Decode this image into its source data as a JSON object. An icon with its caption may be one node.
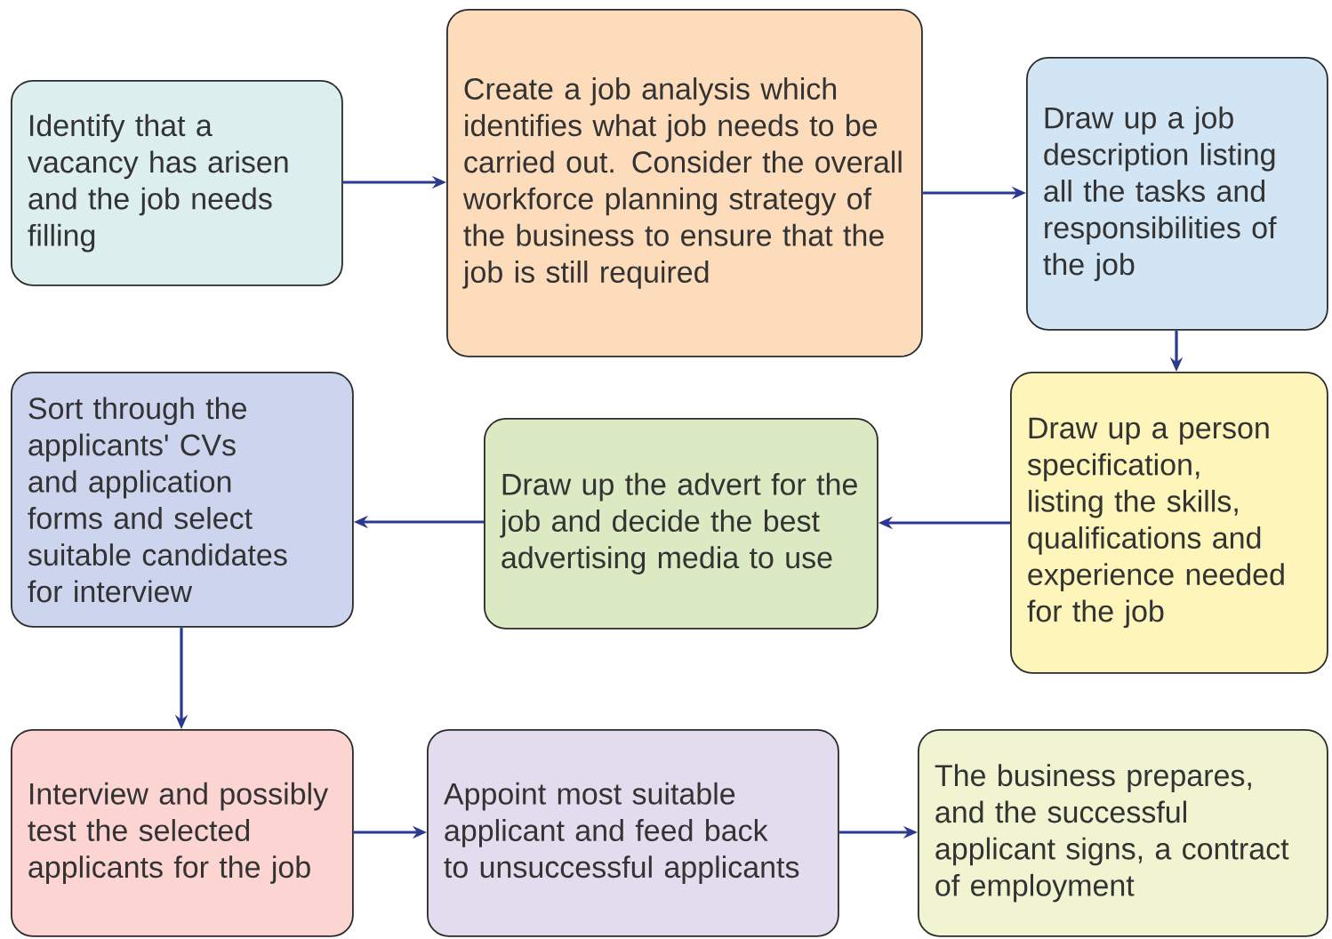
{
  "diagram": {
    "nodes": [
      {
        "text": [
          "Identify that a vacancy has arisen and the job needs filling"
        ]
      },
      {
        "text": [
          "Create a job analysis which identifies what job needs to be carried out. Consider the overall workforce planning strategy of the business to ensure that the job is still required"
        ]
      },
      {
        "text": [
          "Draw up a job description listing all the tasks and responsibilities of the job"
        ]
      },
      {
        "text": [
          "Draw up a person specification, listing the skills, qualifications and experience needed for the job"
        ]
      },
      {
        "text": [
          "Draw up the advert for the job and decide the best advertising media to use"
        ]
      },
      {
        "text": [
          "Sort through the applicants' CVs and application forms and select suitable candidates for interview"
        ]
      },
      {
        "text": [
          "Interview and possibly test the selected applicants for the job"
        ]
      },
      {
        "text": [
          "Appoint most suitable applicant and feed back to unsuccessful applicants"
        ]
      },
      {
        "text": [
          "The business prepares, and the successful applicant signs, a contract of employment"
        ]
      }
    ],
    "edges": [
      {
        "from": 0,
        "to": 1,
        "arrow": "to"
      },
      {
        "from": 1,
        "to": 2,
        "arrow": "to"
      },
      {
        "from": 2,
        "to": 3,
        "arrow": "to"
      },
      {
        "from": 3,
        "to": 4,
        "arrow": "to"
      },
      {
        "from": 4,
        "to": 5,
        "arrow": "to"
      },
      {
        "from": 5,
        "to": 6,
        "arrow": "to"
      },
      {
        "from": 6,
        "to": 7,
        "arrow": "to"
      },
      {
        "from": 7,
        "to": 8,
        "arrow": "to"
      }
    ]
  }
}
